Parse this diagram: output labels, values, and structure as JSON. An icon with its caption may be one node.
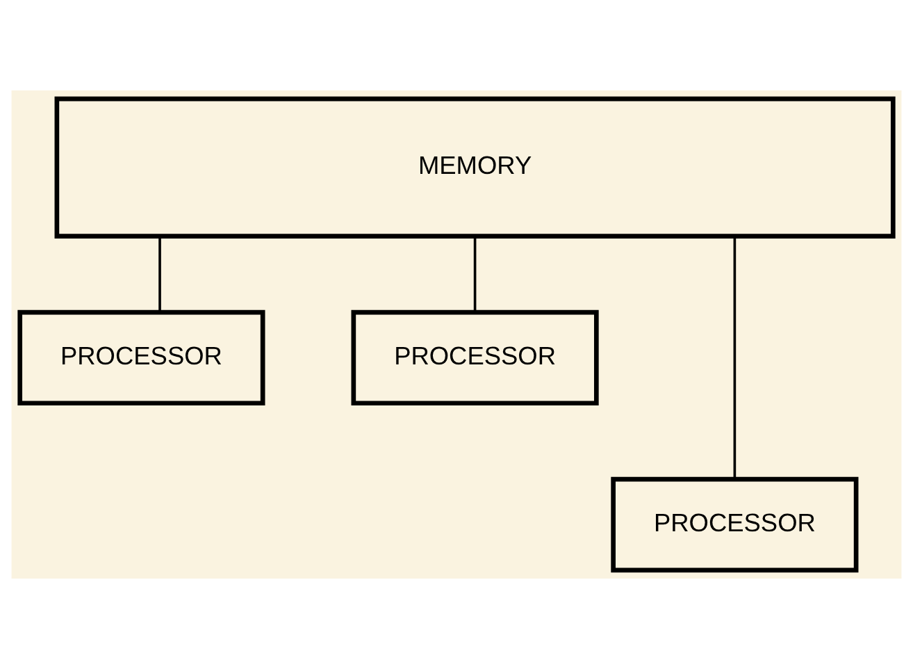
{
  "diagram": {
    "nodes": [
      {
        "text": [
          "MEMORY"
        ]
      },
      {
        "text": [
          "PROCESSOR"
        ]
      },
      {
        "text": [
          "PROCESSOR"
        ]
      },
      {
        "text": [
          "PROCESSOR"
        ]
      }
    ],
    "edges": [
      {
        "from": 0,
        "to": 1,
        "arrow": "none"
      },
      {
        "from": 0,
        "to": 3,
        "arrow": "none"
      },
      {
        "from": 0,
        "to": 2,
        "arrow": "none"
      }
    ]
  }
}
